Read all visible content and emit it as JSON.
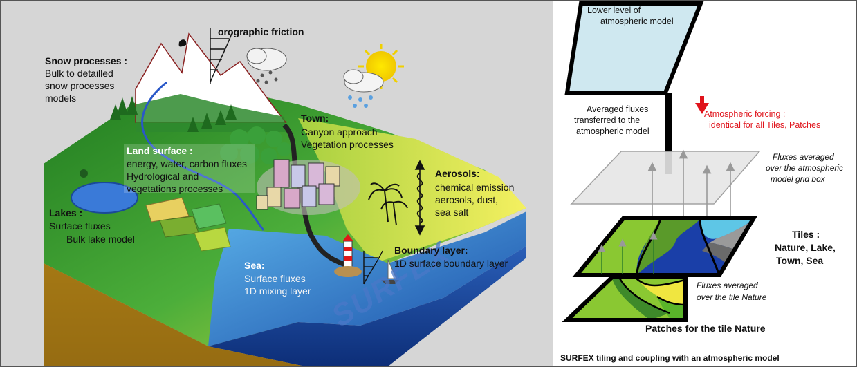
{
  "left_panel": {
    "orographic": "orographic friction",
    "snow": {
      "title": "Snow processes :",
      "lines": [
        "Bulk to detailled",
        "snow processes",
        "models"
      ]
    },
    "town": {
      "title": "Town:",
      "lines": [
        "Canyon approach",
        "Vegetation processes"
      ]
    },
    "land": {
      "title": "Land surface :",
      "lines": [
        "energy, water, carbon fluxes",
        "Hydrological and",
        "vegetations  processes"
      ]
    },
    "aerosols": {
      "title": "Aerosols:",
      "lines": [
        "chemical emission",
        "aerosols, dust,",
        "sea salt"
      ]
    },
    "lakes": {
      "title": "Lakes :",
      "lines": [
        "Surface fluxes",
        "Bulk lake model"
      ]
    },
    "boundary": {
      "title": "Boundary layer:",
      "lines": [
        "1D surface boundary layer"
      ]
    },
    "sea": {
      "title": "Sea:",
      "lines": [
        "Surface fluxes",
        "1D mixing layer"
      ]
    },
    "logo": "SURFEX"
  },
  "right_panel": {
    "top_plane": [
      "Lower level of",
      "atmospheric model"
    ],
    "averaged_fluxes": [
      "Averaged fluxes",
      "transferred to the",
      "atmospheric model"
    ],
    "forcing": [
      "Atmospheric forcing :",
      "identical for all Tiles, Patches"
    ],
    "fluxes_grid": [
      "Fluxes averaged",
      "over the atmospheric",
      "model grid box"
    ],
    "tiles": [
      "Tiles :",
      "Nature, Lake,",
      "Town, Sea"
    ],
    "fluxes_tile": [
      "Fluxes averaged",
      "over the tile  Nature"
    ],
    "patches": "Patches for the tile Nature",
    "caption": "SURFEX tiling and coupling with an atmospheric model"
  },
  "colors": {
    "forcing": "#e0141c",
    "sea": "#2a70c8",
    "land": "#3a9a2a",
    "soil": "#b8860b",
    "top_plane": "#cfe8f0"
  }
}
